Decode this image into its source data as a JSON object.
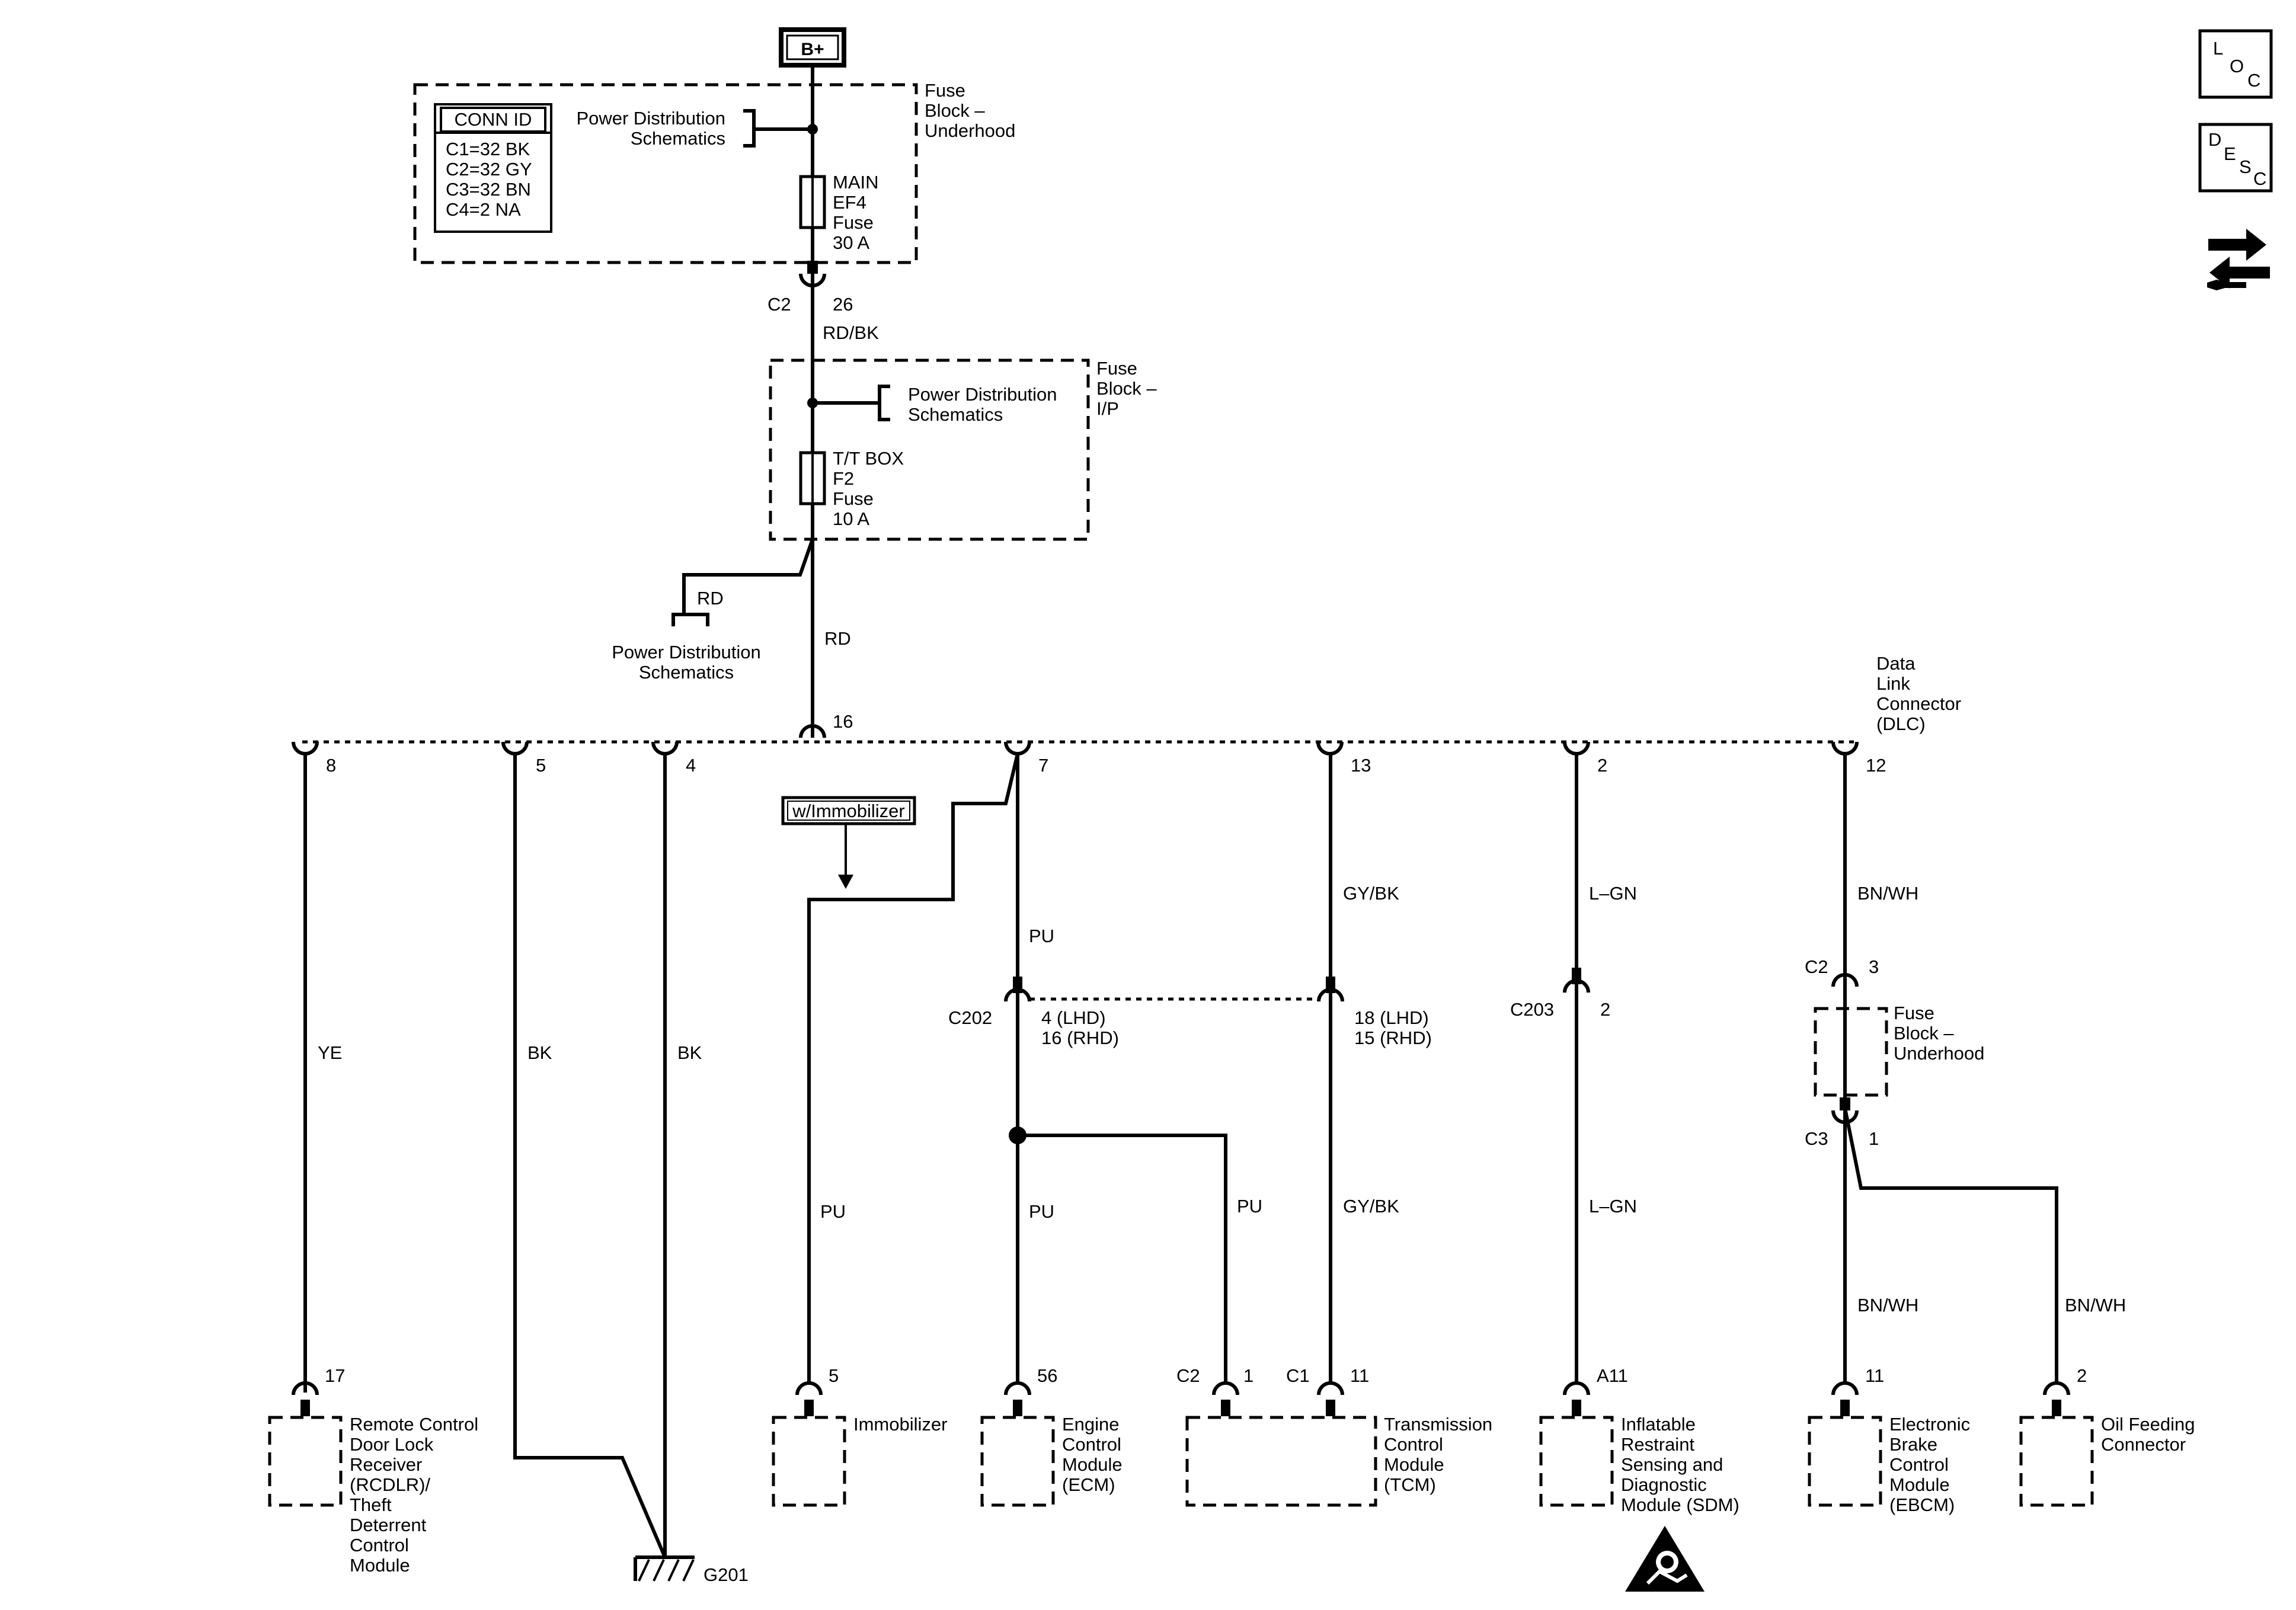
{
  "power": {
    "label": "B+"
  },
  "fuse_block_underhood": {
    "title": [
      "Fuse",
      "Block –",
      "Underhood"
    ],
    "conn_id": {
      "header": "CONN ID",
      "rows": [
        "C1=32 BK",
        "C2=32 GY",
        "C3=32 BN",
        "C4=2 NA"
      ]
    },
    "power_dist": [
      "Power Distribution",
      "Schematics"
    ],
    "fuse": [
      "MAIN",
      "EF4",
      "Fuse",
      "30 A"
    ],
    "connector": "C2",
    "pin": "26"
  },
  "fuse_block_ip": {
    "title": [
      "Fuse",
      "Block –",
      "I/P"
    ],
    "power_dist": [
      "Power Distribution",
      "Schematics"
    ],
    "fuse": [
      "T/T BOX",
      "F2",
      "Fuse",
      "10 A"
    ]
  },
  "wires": {
    "rd_bk": "RD/BK",
    "rd_main": "RD",
    "rd_branch": "RD",
    "ye": "YE",
    "bk1": "BK",
    "bk2": "BK",
    "pu_immob": "PU",
    "pu_top": "PU",
    "pu_ecm": "PU",
    "pu_tcm": "PU",
    "gy_bk_top": "GY/BK",
    "gy_bk_bottom": "GY/BK",
    "lgn_top": "L–GN",
    "lgn_bottom": "L–GN",
    "bn_wh_top": "BN/WH",
    "bn_wh_ebcm": "BN/WH",
    "bn_wh_oil": "BN/WH"
  },
  "power_dist_branch": [
    "Power Distribution",
    "Schematics"
  ],
  "dlc": {
    "title": [
      "Data",
      "Link",
      "Connector",
      "(DLC)"
    ],
    "pins": {
      "p16": "16",
      "p8": "8",
      "p5": "5",
      "p4": "4",
      "p7": "7",
      "p13": "13",
      "p2": "2",
      "p12": "12"
    }
  },
  "immobilizer_note": "w/Immobilizer",
  "c202": {
    "label": "C202",
    "pin_left": [
      "4 (LHD)",
      "16 (RHD)"
    ],
    "pin_right": [
      "18 (LHD)",
      "15 (RHD)"
    ]
  },
  "c203": {
    "label": "C203",
    "pin": "2"
  },
  "fuse_block_lower": {
    "title": [
      "Fuse",
      "Block –",
      "Underhood"
    ],
    "c2_label": "C2",
    "c2_pin": "3",
    "c3_label": "C3",
    "c3_pin": "1"
  },
  "ground": {
    "label": "G201"
  },
  "modules": {
    "rcdlr": {
      "pin": "17",
      "name": [
        "Remote Control",
        "Door Lock",
        "Receiver",
        "(RCDLR)/",
        "Theft",
        "Deterrent",
        "Control",
        "Module"
      ]
    },
    "immobilizer": {
      "pin": "5",
      "name": [
        "Immobilizer"
      ]
    },
    "ecm": {
      "pin": "56",
      "name": [
        "Engine",
        "Control",
        "Module",
        "(ECM)"
      ]
    },
    "tcm": {
      "conn1": "C2",
      "pin1": "1",
      "conn2": "C1",
      "pin2": "11",
      "name": [
        "Transmission",
        "Control",
        "Module",
        "(TCM)"
      ]
    },
    "sdm": {
      "pin": "A11",
      "name": [
        "Inflatable",
        "Restraint",
        "Sensing and",
        "Diagnostic",
        "Module (SDM)"
      ]
    },
    "ebcm": {
      "pin": "11",
      "name": [
        "Electronic",
        "Brake",
        "Control",
        "Module",
        "(EBCM)"
      ]
    },
    "oil": {
      "pin": "2",
      "name": [
        "Oil Feeding",
        "Connector"
      ]
    }
  },
  "side_icons": {
    "loc": {
      "letters": [
        "L",
        "O",
        "C"
      ],
      "icon": "location-icon"
    },
    "desc": {
      "letters": [
        "D",
        "E",
        "S",
        "C"
      ],
      "icon": "description-icon"
    },
    "repair": {
      "icon": "repair-arrows-icon"
    }
  }
}
